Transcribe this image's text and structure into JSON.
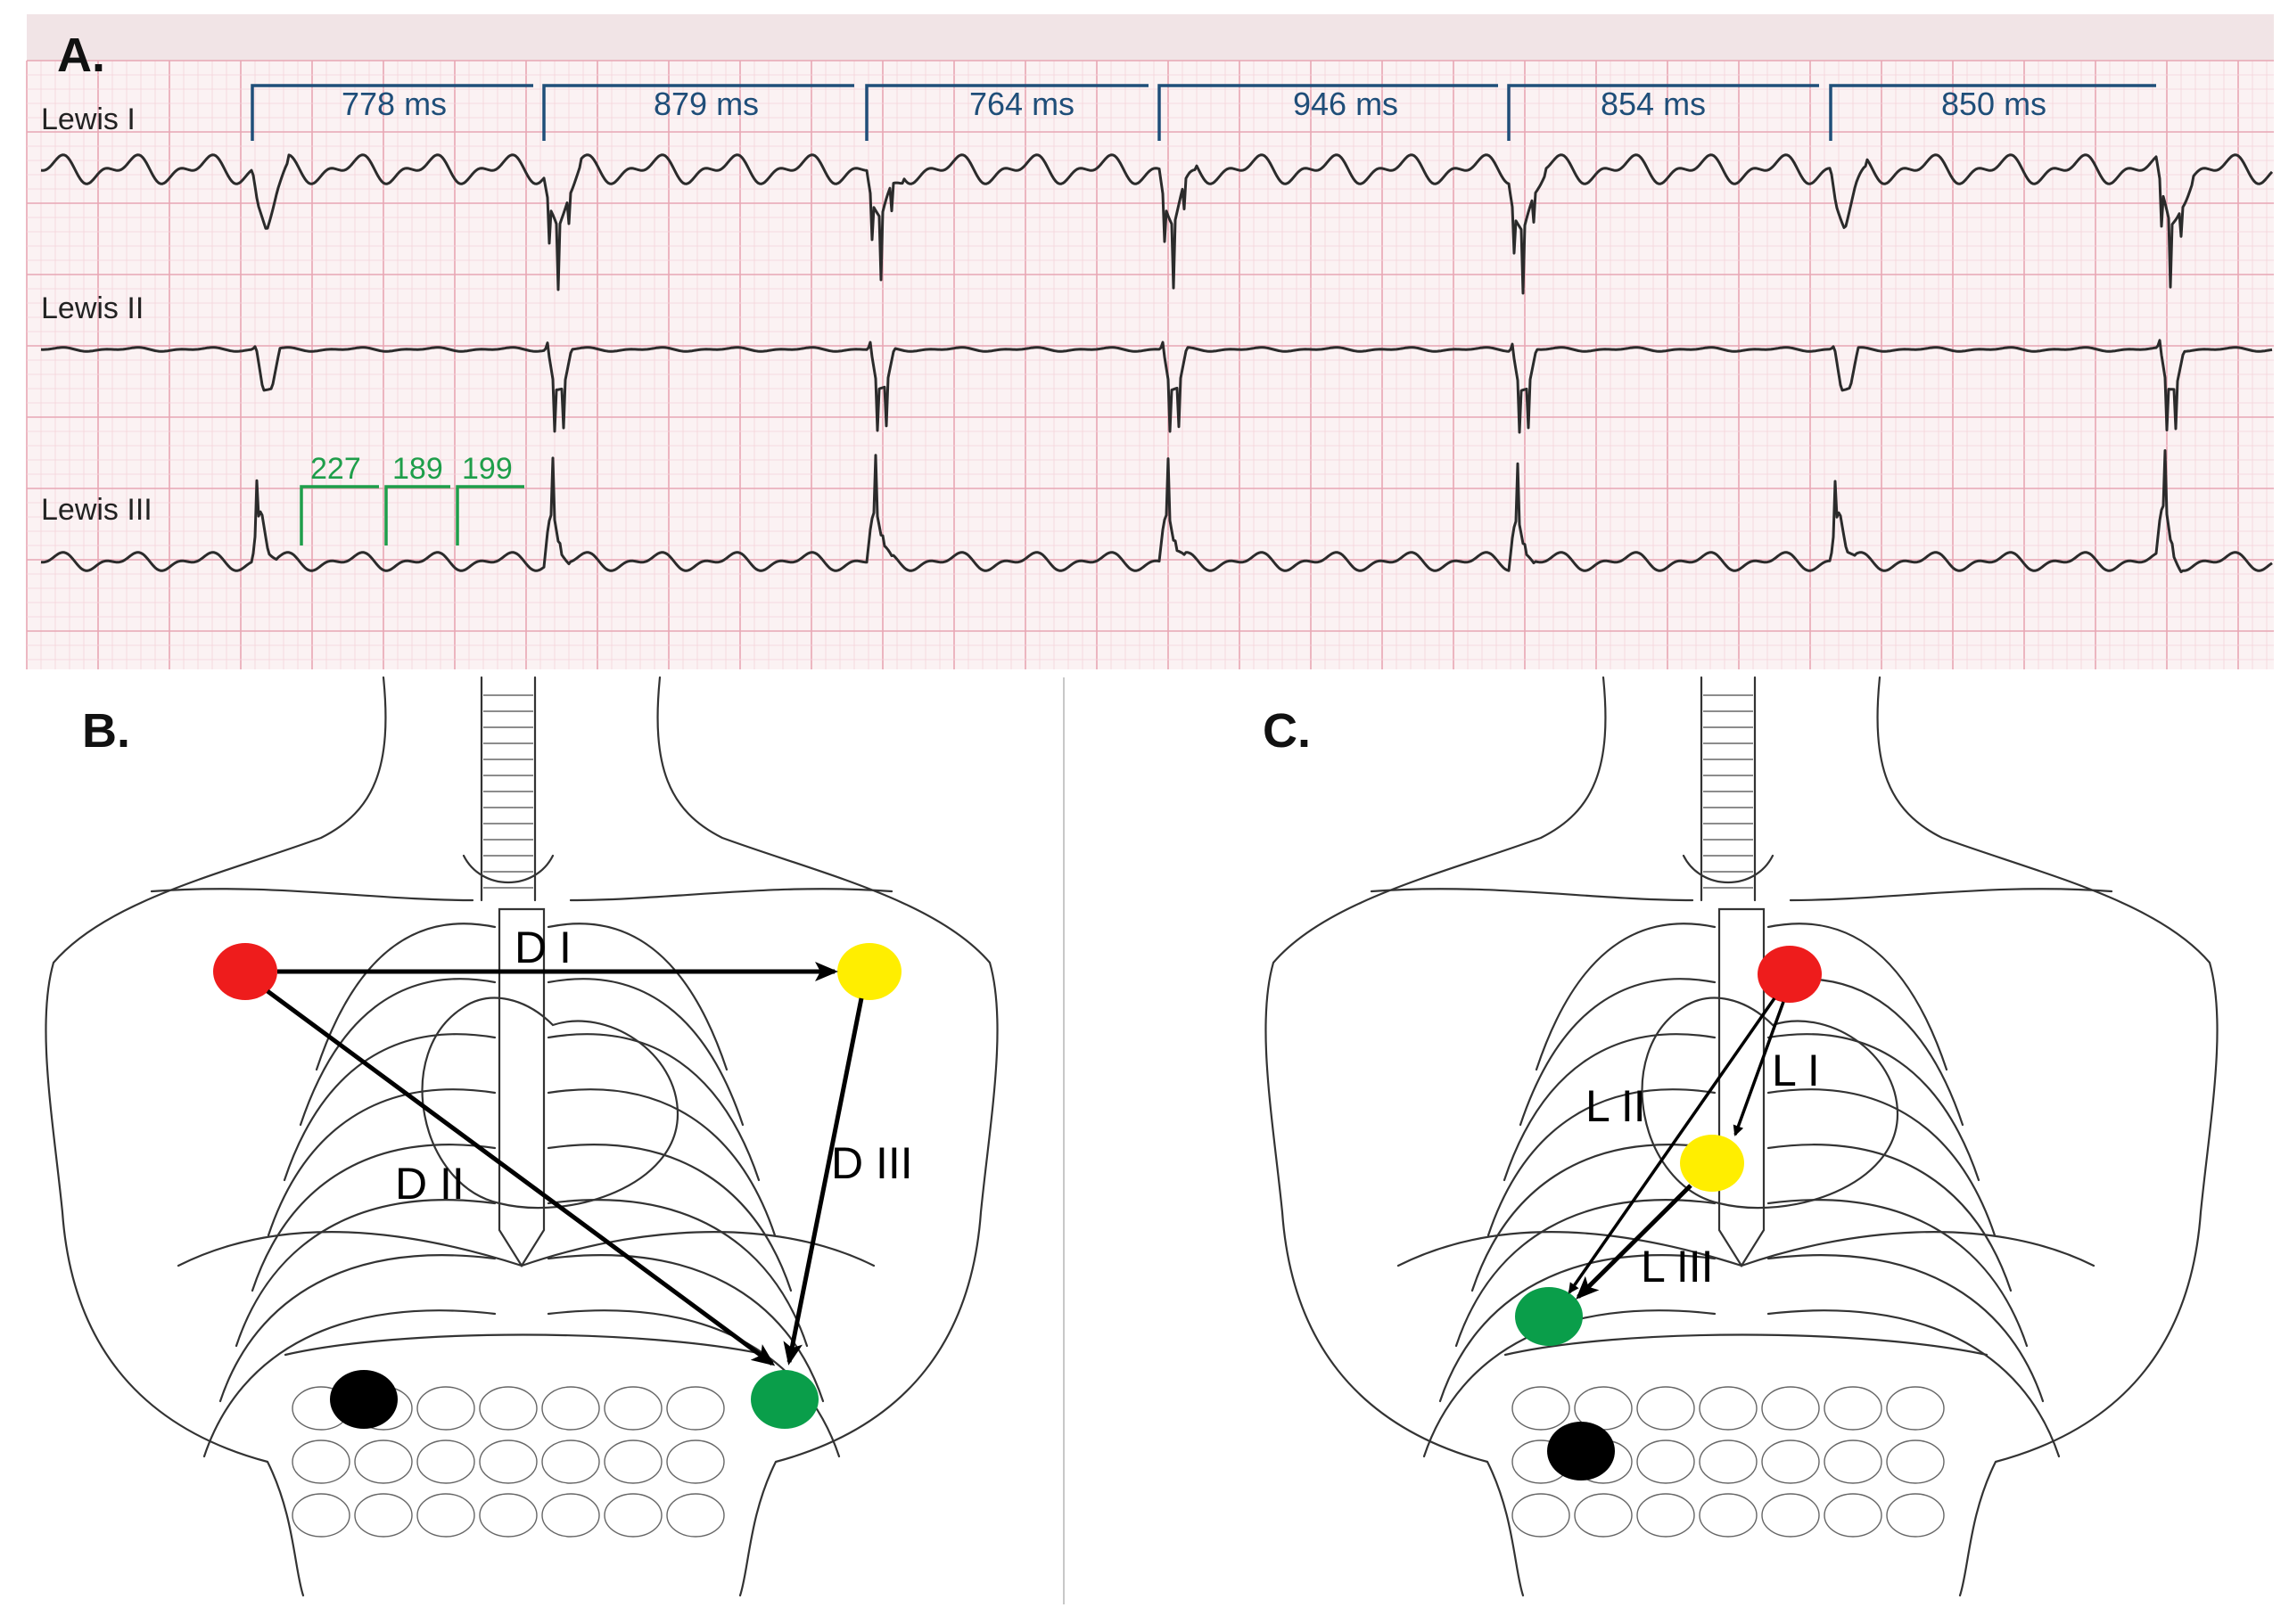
{
  "panel_a": {
    "label": "A.",
    "lead_labels": [
      "Lewis I",
      "Lewis II",
      "Lewis III"
    ],
    "rr_intervals": [
      "778 ms",
      "879 ms",
      "764 ms",
      "946 ms",
      "854 ms",
      "850 ms"
    ],
    "p_intervals": [
      "227",
      "189",
      "199"
    ],
    "colors": {
      "interval": "#1f4e79",
      "p_interval": "#1e9e4a",
      "grid_major": "#e8a6b4",
      "grid_minor": "#f4d3da",
      "trace": "#2b2b2b"
    }
  },
  "panel_b": {
    "label": "B.",
    "leads": [
      "D I",
      "D II",
      "D III"
    ]
  },
  "panel_c": {
    "label": "C.",
    "leads": [
      "L I",
      "L II",
      "L III"
    ]
  },
  "electrode_colors": {
    "red": "#ee1c1c",
    "yellow": "#ffee00",
    "green": "#0a9e4a",
    "black": "#000000"
  }
}
